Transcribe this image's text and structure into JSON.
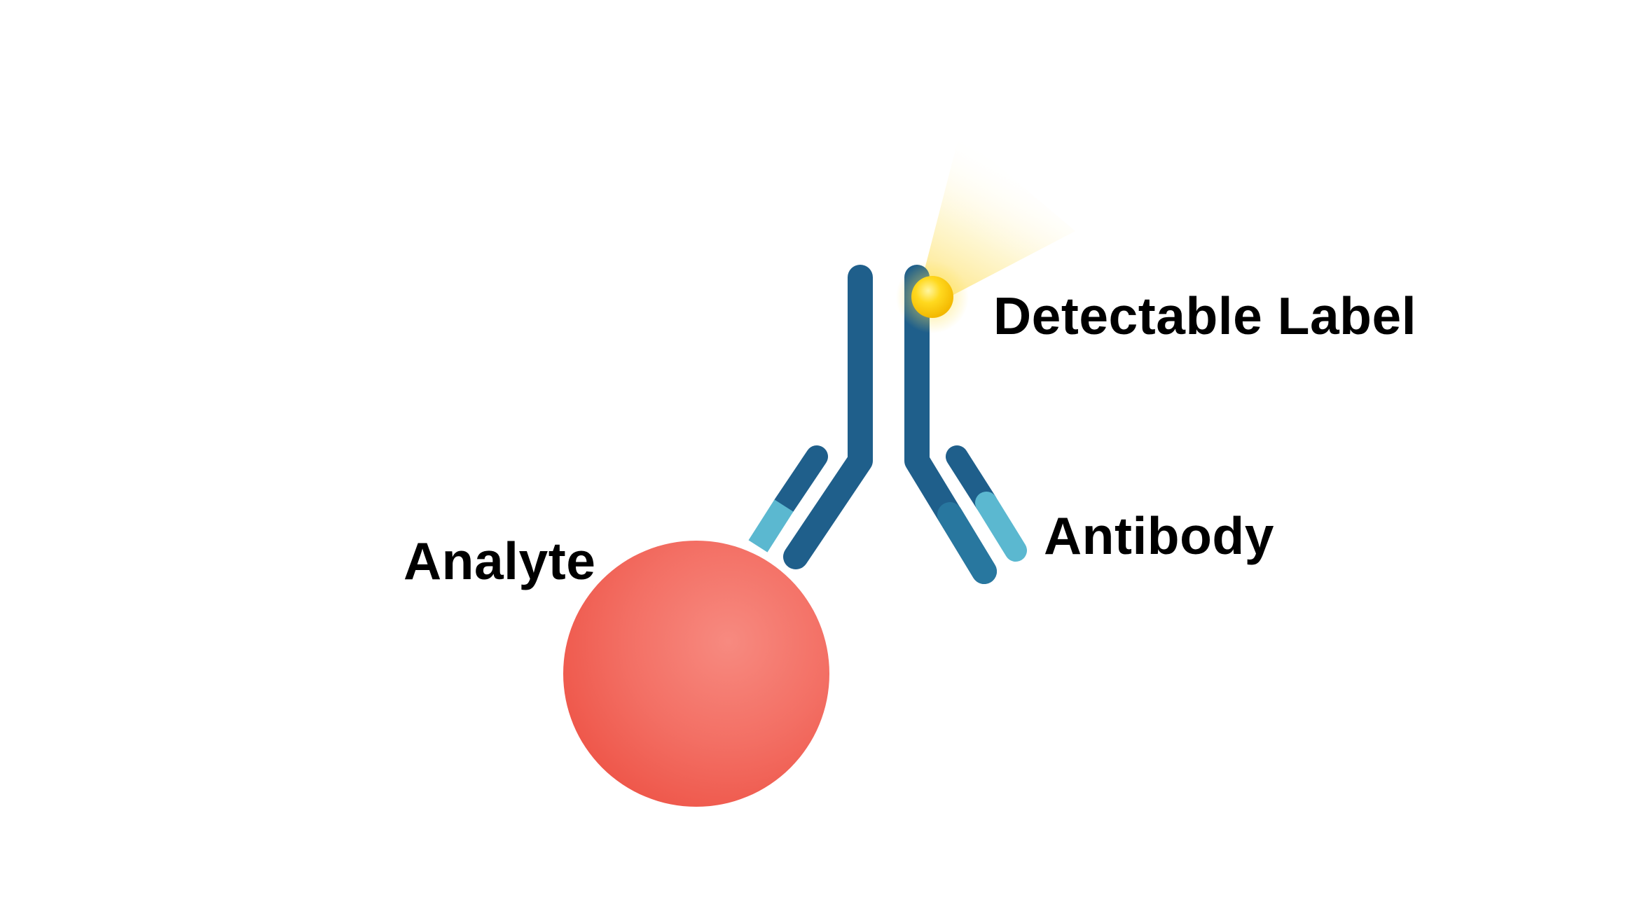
{
  "labels": {
    "detectable_label": "Detectable Label",
    "antibody": "Antibody",
    "analyte": "Analyte"
  },
  "colors": {
    "heavy_chain": "#1f5f8b",
    "heavy_chain_dark": "#17496b",
    "light_chain_variable": "#5bb8d0",
    "light_chain_constant": "#1f5f8b",
    "analyte_center": "#f58a80",
    "analyte_edge": "#f05a4f",
    "label_core": "#ffd21f",
    "label_glow": "#ffe680",
    "text": "#000000",
    "background": "#ffffff"
  },
  "icons": {
    "analyte": "analyte-sphere-icon",
    "antibody": "y-shaped-antibody-icon",
    "label": "glowing-dot-icon"
  }
}
